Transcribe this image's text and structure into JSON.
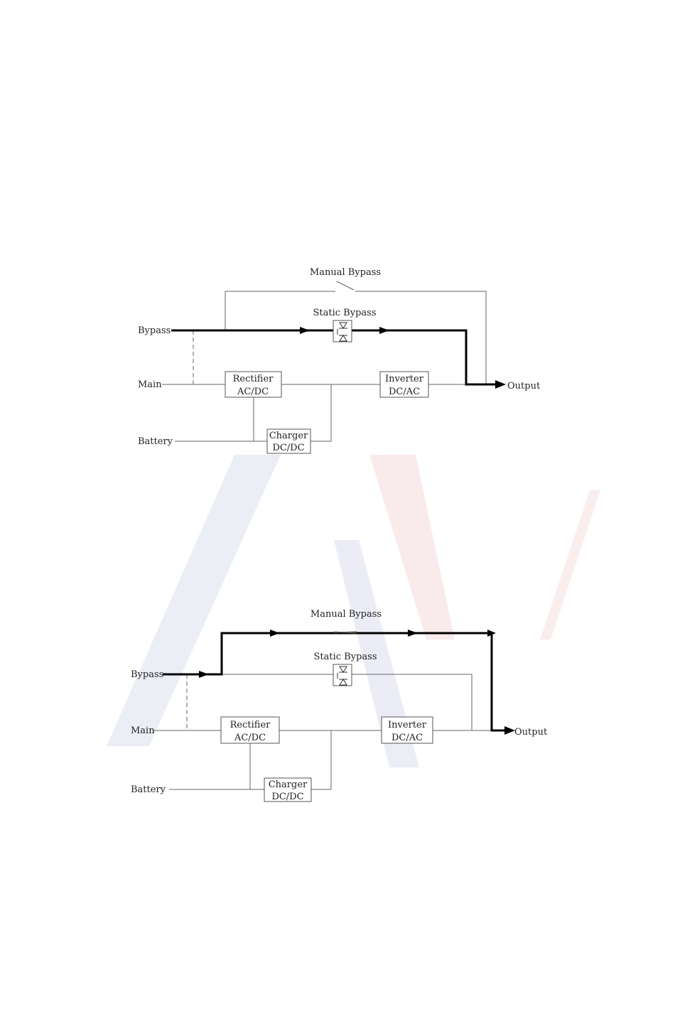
{
  "colors": {
    "line": "#666666",
    "active_path": "#000000",
    "text": "#222222",
    "watermark_red": "#c8323c",
    "watermark_blue": "#2c3ea0"
  },
  "watermark": {
    "icon": "logo-watermark"
  },
  "diagrams": [
    {
      "mode": "static-bypass",
      "active_path": "bypass-through-static-switch",
      "manual_bypass_label": "Manual Bypass",
      "static_bypass_label": "Static Bypass",
      "inputs": {
        "bypass": "Bypass",
        "main": "Main",
        "battery": "Battery"
      },
      "output": "Output",
      "rectifier": {
        "name": "Rectifier",
        "type": "AC/DC"
      },
      "inverter": {
        "name": "Inverter",
        "type": "DC/AC"
      },
      "charger": {
        "name": "Charger",
        "type": "DC/DC"
      }
    },
    {
      "mode": "manual-bypass",
      "active_path": "bypass-through-manual-switch",
      "manual_bypass_label": "Manual Bypass",
      "static_bypass_label": "Static Bypass",
      "inputs": {
        "bypass": "Bypass",
        "main": "Main",
        "battery": "Battery"
      },
      "output": "Output",
      "rectifier": {
        "name": "Rectifier",
        "type": "AC/DC"
      },
      "inverter": {
        "name": "Inverter",
        "type": "DC/AC"
      },
      "charger": {
        "name": "Charger",
        "type": "DC/DC"
      }
    }
  ]
}
